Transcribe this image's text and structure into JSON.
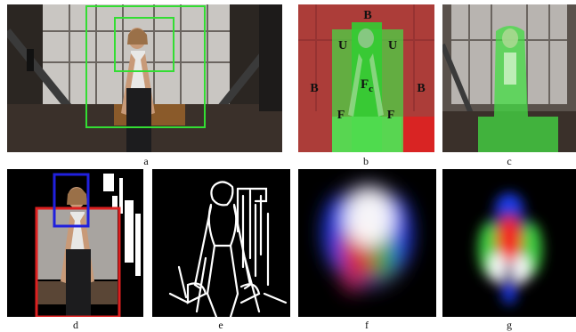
{
  "figure": {
    "captions": {
      "a": "a",
      "b": "b",
      "c": "c",
      "d": "d",
      "e": "e",
      "f": "f",
      "g": "g"
    },
    "segment_labels": {
      "background": "B",
      "unknown": "U",
      "foreground": "F",
      "core_main": "F",
      "core_sub": "c"
    },
    "colors": {
      "detection_box": "#33dd33",
      "foreground_overlay": "#44dd44",
      "background_overlay": "#e02020",
      "upper_body_box": "#2020dd",
      "full_body_box": "#dd2020",
      "edge": "#ffffff"
    }
  }
}
